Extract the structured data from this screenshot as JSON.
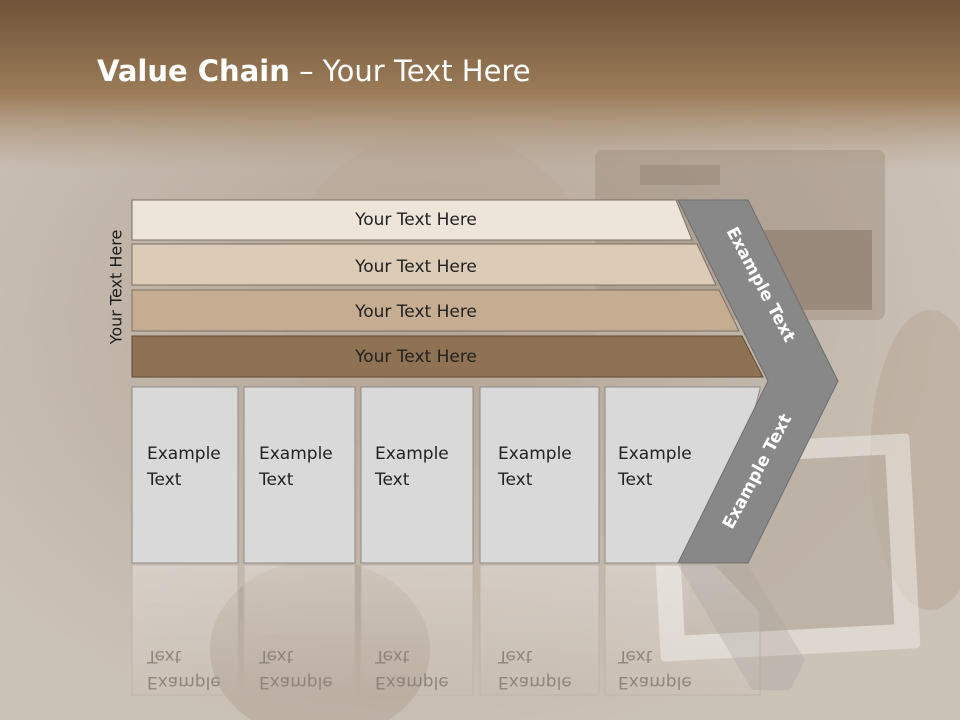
{
  "slide": {
    "title_bold": "Value Chain",
    "title_rest": " – Your Text Here",
    "side_label": "Your Text Here"
  },
  "bars": [
    {
      "label": "Your Text Here",
      "color": "#ede4da"
    },
    {
      "label": "Your Text Here",
      "color": "#dccbb6"
    },
    {
      "label": "Your Text Here",
      "color": "#c6ad92"
    },
    {
      "label": "Your Text Here",
      "color": "#8f7153"
    }
  ],
  "boxes": [
    {
      "line1": "Example",
      "line2": "Text"
    },
    {
      "line1": "Example",
      "line2": "Text"
    },
    {
      "line1": "Example",
      "line2": "Text"
    },
    {
      "line1": "Example",
      "line2": "Text"
    },
    {
      "line1": "Example",
      "line2": "Text"
    }
  ],
  "chevron": {
    "upper_label": "Example Text",
    "lower_label": "Example Text",
    "color": "#888888"
  },
  "colors": {
    "header": "#8c6d4c",
    "box_fill": "#d9d9d9",
    "background": "#c9bfb4"
  }
}
